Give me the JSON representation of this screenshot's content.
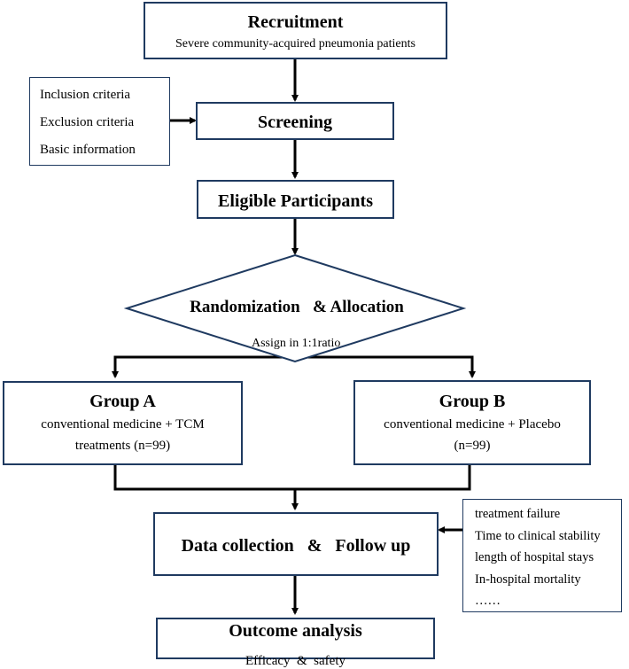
{
  "recruitment": {
    "title": "Recruitment",
    "subtitle": "Severe community-acquired pneumonia patients"
  },
  "criteria": [
    "Inclusion criteria",
    "Exclusion criteria",
    "Basic information"
  ],
  "screening": {
    "title": "Screening"
  },
  "eligible": {
    "title": "Eligible Participants"
  },
  "randomization": {
    "title": "Randomization   & Allocation",
    "note": "Assign in 1:1ratio"
  },
  "group_a": {
    "title": "Group A",
    "line1": "conventional medicine + TCM",
    "line2": "treatments (n=99)"
  },
  "group_b": {
    "title": "Group B",
    "line1": "conventional medicine + Placebo",
    "line2": "(n=99)"
  },
  "data_collection": {
    "title": "Data collection   &   Follow up"
  },
  "outcomes_list": [
    "treatment failure",
    "Time to clinical stability",
    "length of hospital stays",
    "In-hospital mortality",
    "……"
  ],
  "outcome_analysis": {
    "title": "Outcome analysis",
    "subtitle": "Efficacy  &  safety"
  },
  "colors": {
    "border": "#1f3a60",
    "arrow": "#000000"
  }
}
